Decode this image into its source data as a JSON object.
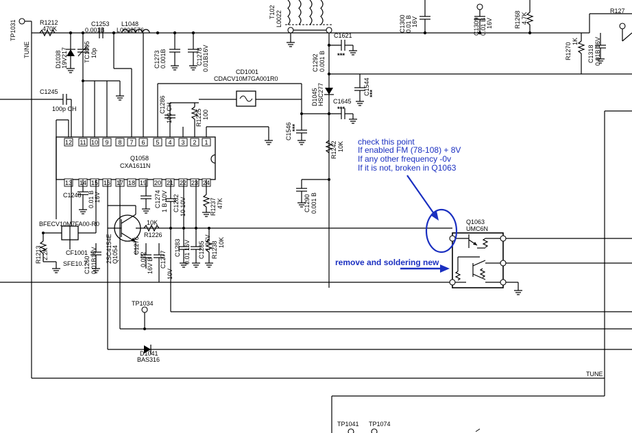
{
  "notes": {
    "check_line1": "check this point",
    "check_line2": "If enabled FM (78-108) + 8V",
    "check_line3": "If any other frequency -0v",
    "check_line4": "If it is not, broken in Q1063",
    "remove": "remove and soldering new",
    "accent_color": "#1a2fc0"
  },
  "ic": {
    "ref": "Q1058",
    "part": "CXA1611N",
    "top_pins": [
      "12",
      "11",
      "10",
      "9",
      "8",
      "7",
      "6",
      "5",
      "4",
      "3",
      "2",
      "1"
    ],
    "bottom_pins": [
      "13",
      "14",
      "15",
      "16",
      "17",
      "18",
      "19",
      "20",
      "21",
      "22",
      "23",
      "24"
    ]
  },
  "labels": {
    "tp1031": "TP1031",
    "tune_left": "TUNE",
    "r1212": "R1212",
    "r1212_val": "470K",
    "d1038": "D1038",
    "d1038_val": "19V217",
    "tc1005": "TC1005",
    "tc1005_val": "10p",
    "c1253": "C1253",
    "c1253_val": "0.001B",
    "l1048": "L1048",
    "l1048_val": "L0022576",
    "c1273": "C1273",
    "c1273_val": "0.001B",
    "c1278": "C1278",
    "c1278_val": "0.01B16V",
    "c1245": "C1245",
    "c1245_val": "100p CH",
    "c1286": "C1286",
    "c1286_val": "100 CH",
    "r1225": "R1225",
    "r1225_val": "100",
    "cd1001": "CD1001",
    "cd1001_val": "CDACV10M7GA001R0",
    "t102": "T102",
    "t102_val": "L0022",
    "c1621": "C1621",
    "c1621_val": "***",
    "c1292": "C1292",
    "c1292_val": "0.001 B",
    "d1045": "D1045",
    "d1045_val": "HSC277",
    "c1544": "C1544",
    "c1544_val": "***",
    "c1645": "C1645",
    "c1645_val": "***",
    "c1546": "C1546",
    "c1546_val": "***",
    "r1242": "R1242",
    "r1242_val": "10K",
    "c1290": "C1290",
    "c1290_val": "0.001 B",
    "c1300": "C1300",
    "c1300_val1": "0.01 B",
    "c1300_val2": "16V",
    "c1309": "C1309",
    "c1309_val1": "0.01 B",
    "c1309_val2": "16V",
    "r1268": "R1268",
    "r1268_val": "4.7K",
    "r1270": "R1270",
    "r1270_val": "1K",
    "c1318": "C1318",
    "c1318_val": "0.01B 16V",
    "r1274": "R127",
    "c1248": "C1248",
    "c1248_val1": "0.01 B",
    "c1248_val2": "16V",
    "bfe": "BFECV10M7FA00-R0",
    "cf1001": "CF1001",
    "sfe": "SFE10.7",
    "r1213": "R1213",
    "r1213_val": "2.2K",
    "c1260": "C1260",
    "c1260_val": "0.01B16V",
    "q1054": "Q1054",
    "q1054_val": "2SC4154E",
    "tenk": "10K",
    "r1226": "R1226",
    "c1274": "C1274",
    "c1274_val": "1 B 10V",
    "c1282": "C1282",
    "c1282_val": "10 10V",
    "r1237": "R1237",
    "r1237_val": "47K",
    "c1276": "C1276",
    "c1276_val1": "0.022",
    "c1276_val2": "16V B",
    "c1277": "C1277",
    "c1277_val": "10V",
    "c1283": "C1283",
    "c1283_val": "0.01 16V",
    "c1285": "C1285",
    "c1285_val": "1 16V",
    "r1238": "R1238",
    "r1238_val": "10K",
    "q1063": "Q1063",
    "q1063_val": "UMC6N",
    "tp1034": "TP1034",
    "d1041": "D1041",
    "d1041_val": "BAS316",
    "tune_bottom": "TUNE",
    "tp1041": "TP1041",
    "tp1074": "TP1074"
  }
}
